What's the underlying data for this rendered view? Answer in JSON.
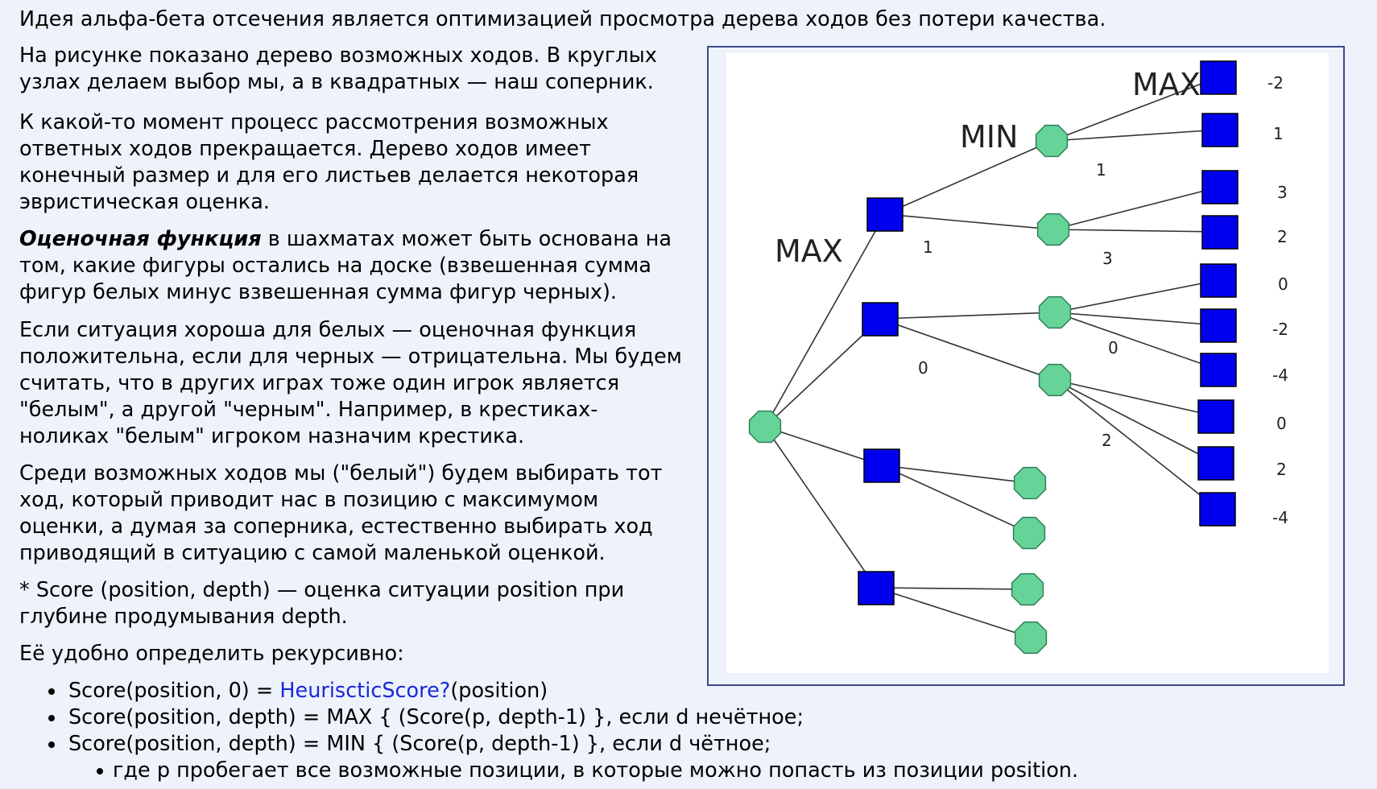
{
  "intro": "Идея альфа-бета отсечения является оптимизацией просмотра дерева ходов без потери качества.",
  "p1": [
    "На рисунке показано дерево возможных ходов. В круглых",
    "узлах делаем выбор мы, а в квадратных — наш соперник."
  ],
  "p2": [
    "К какой-то момент процесс рассмотрения возможных",
    "ответных ходов прекращается. Дерево ходов имеет",
    "конечный размер и для его листьев делается некоторая",
    "эвристическая оценка."
  ],
  "p3": {
    "term": "Оценочная функция",
    "line1_rest": " в шахматах может быть основана на",
    "lines": [
      "том, какие фигуры остались на доске (взвешенная сумма",
      "фигур белых минус взвешенная сумма фигур черных)."
    ]
  },
  "p4": [
    "Если ситуация хороша для белых — оценочная функция",
    "положительна, если для черных — отрицательна. Мы будем",
    "считать, что в других играх тоже один игрок является",
    "\"белым\", а другой \"черным\". Например, в крестиках-",
    "ноликах \"белым\" игроком назначим крестика."
  ],
  "p5": [
    "Среди возможных ходов мы (\"белый\") будем выбирать тот",
    "ход, который приводит нас в позицию с максимумом",
    "оценки, а думая за соперника, естественно выбирать ход",
    "приводящий в ситуацию с самой маленькой оценкой."
  ],
  "p6": [
    "* Score (position, depth) — оценка ситуации position при",
    "глубине продумывания depth."
  ],
  "p7": "Её удобно определить рекурсивно:",
  "bullets": {
    "b1_pre": "Score(position, 0) = ",
    "b1_link": "HeuriscticScore?",
    "b1_post": "(position)",
    "b2": "Score(position, depth) = MAX { (Score(p, depth-1) }, если d нечётное;",
    "b3": "Score(position, depth) = MIN { (Score(p, depth-1) }, если d чётное;",
    "b4": "где p пробегает все возможные позиции, в которые можно попасть из позиции position."
  },
  "diagram": {
    "level_labels": {
      "max_top": "MAX",
      "min": "MIN",
      "max_left": "MAX"
    },
    "colors": {
      "square": "#0000ee",
      "circle": "#66d498",
      "edge": "#333333",
      "link": "#1a28d8"
    },
    "square_values": [
      "1",
      "0"
    ],
    "circle_values": [
      "1",
      "3",
      "0",
      "2"
    ],
    "leaf_values": [
      "-2",
      "1",
      "3",
      "2",
      "0",
      "-2",
      "-4",
      "0",
      "2",
      "-4"
    ]
  }
}
